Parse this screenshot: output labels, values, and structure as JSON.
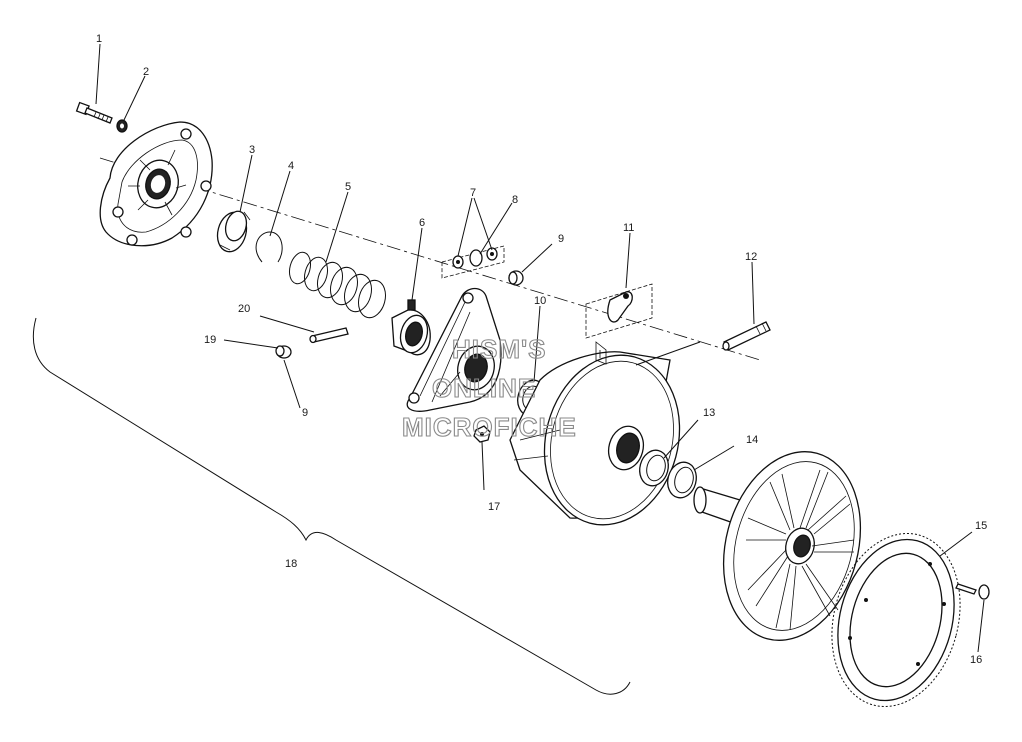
{
  "diagram": {
    "callouts": [
      {
        "id": "1",
        "label": "1"
      },
      {
        "id": "2",
        "label": "2"
      },
      {
        "id": "3",
        "label": "3"
      },
      {
        "id": "4",
        "label": "4"
      },
      {
        "id": "5",
        "label": "5"
      },
      {
        "id": "6",
        "label": "6"
      },
      {
        "id": "7",
        "label": "7"
      },
      {
        "id": "8",
        "label": "8"
      },
      {
        "id": "9a",
        "label": "9"
      },
      {
        "id": "9b",
        "label": "9"
      },
      {
        "id": "10",
        "label": "10"
      },
      {
        "id": "11",
        "label": "11"
      },
      {
        "id": "12",
        "label": "12"
      },
      {
        "id": "13",
        "label": "13"
      },
      {
        "id": "14",
        "label": "14"
      },
      {
        "id": "15",
        "label": "15"
      },
      {
        "id": "16",
        "label": "16"
      },
      {
        "id": "17",
        "label": "17"
      },
      {
        "id": "18",
        "label": "18"
      },
      {
        "id": "19",
        "label": "19"
      },
      {
        "id": "20",
        "label": "20"
      }
    ],
    "watermark": [
      "HISM'S",
      "ONLINE",
      "MICROFICHE"
    ]
  },
  "colors": {
    "line": "#111111",
    "background": "#ffffff",
    "watermark": "#8a8a8a"
  }
}
